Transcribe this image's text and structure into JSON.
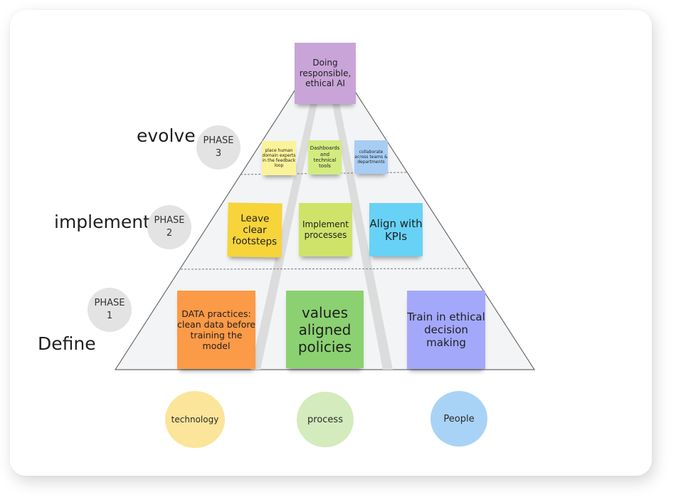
{
  "top_note": {
    "text": "Doing responsible, ethical AI",
    "color": "#c9a4d8"
  },
  "phases": [
    {
      "name": "evolve",
      "badge_word": "PHASE",
      "badge_num": "3"
    },
    {
      "name": "implement",
      "badge_word": "PHASE",
      "badge_num": "2"
    },
    {
      "name": "Define",
      "badge_word": "PHASE",
      "badge_num": "1"
    }
  ],
  "notes": {
    "evolve": [
      {
        "text": "place human domain experts in the feedback loop",
        "color": "#fbf39a"
      },
      {
        "text": "Dashboards and technical tools",
        "color": "#d3ec80"
      },
      {
        "text": "collaborate across teams & departments",
        "color": "#a7cdf4"
      }
    ],
    "implement": [
      {
        "text": "Leave clear footsteps",
        "color": "#f6d43a"
      },
      {
        "text": "Implement processes",
        "color": "#cfe36a"
      },
      {
        "text": "Align with KPIs",
        "color": "#67d2f6"
      }
    ],
    "define": [
      {
        "text": "DATA practices: clean data before training the model",
        "color": "#fb9a47"
      },
      {
        "text": "values aligned policies",
        "color": "#8bd171"
      },
      {
        "text": "Train in ethical decision making",
        "color": "#a3a8fb"
      }
    ]
  },
  "pillars": [
    {
      "text": "technology",
      "color": "#fbe59a"
    },
    {
      "text": "process",
      "color": "#d3ebbd"
    },
    {
      "text": "People",
      "color": "#a9d3f6"
    }
  ]
}
